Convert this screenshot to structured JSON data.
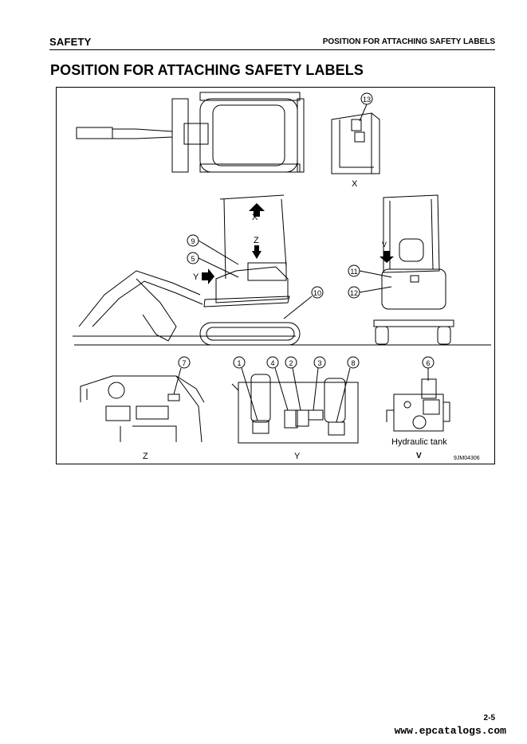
{
  "header": {
    "section": "SAFETY",
    "topic": "POSITION FOR ATTACHING SAFETY LABELS"
  },
  "title": "POSITION FOR ATTACHING SAFETY LABELS",
  "figure": {
    "view_labels": {
      "x": "X",
      "y": "Y",
      "z": "Z",
      "v": "V"
    },
    "callouts": [
      "1",
      "2",
      "3",
      "4",
      "5",
      "6",
      "7",
      "8",
      "9",
      "10",
      "11",
      "12",
      "13"
    ],
    "hydraulic_tank": "Hydraulic tank",
    "figure_code": "9JM04306"
  },
  "footer": {
    "page_number": "2-5",
    "watermark": "www.epcatalogs.com"
  }
}
